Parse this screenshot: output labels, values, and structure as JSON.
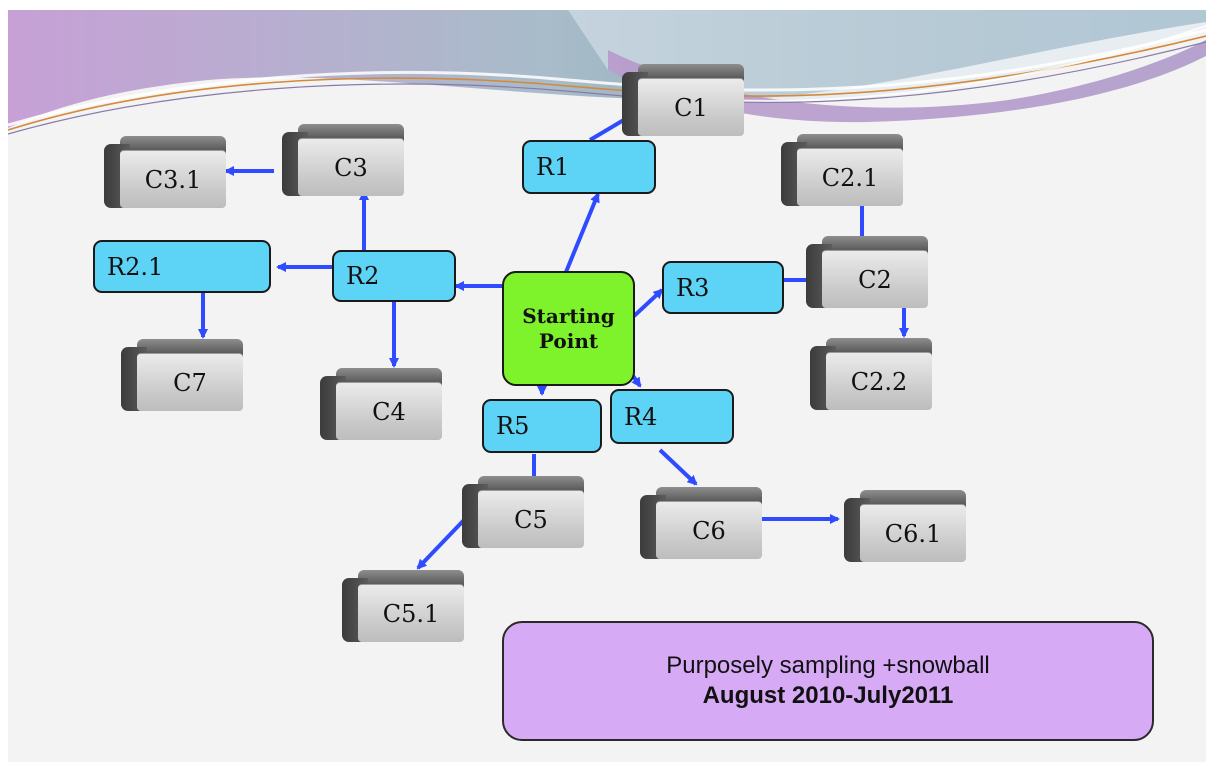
{
  "diagram": {
    "start_label": [
      "Starting",
      "Point"
    ],
    "respondents": [
      "R1",
      "R2",
      "R3",
      "R4",
      "R5",
      "R2.1"
    ],
    "cases": [
      "C1",
      "C2",
      "C2.1",
      "C2.2",
      "C3",
      "C3.1",
      "C4",
      "C5",
      "C5.1",
      "C6",
      "C6.1",
      "C7"
    ],
    "colors": {
      "start_fill": "#7ef22a",
      "respondent_fill": "#5dd3f6",
      "case_fill": "#d4d4d4",
      "arrow": "#2f4bff",
      "caption_fill": "#d7aaf6"
    }
  },
  "caption": {
    "line1": "Purposely sampling +snowball",
    "line2": "August 2010-July2011"
  }
}
